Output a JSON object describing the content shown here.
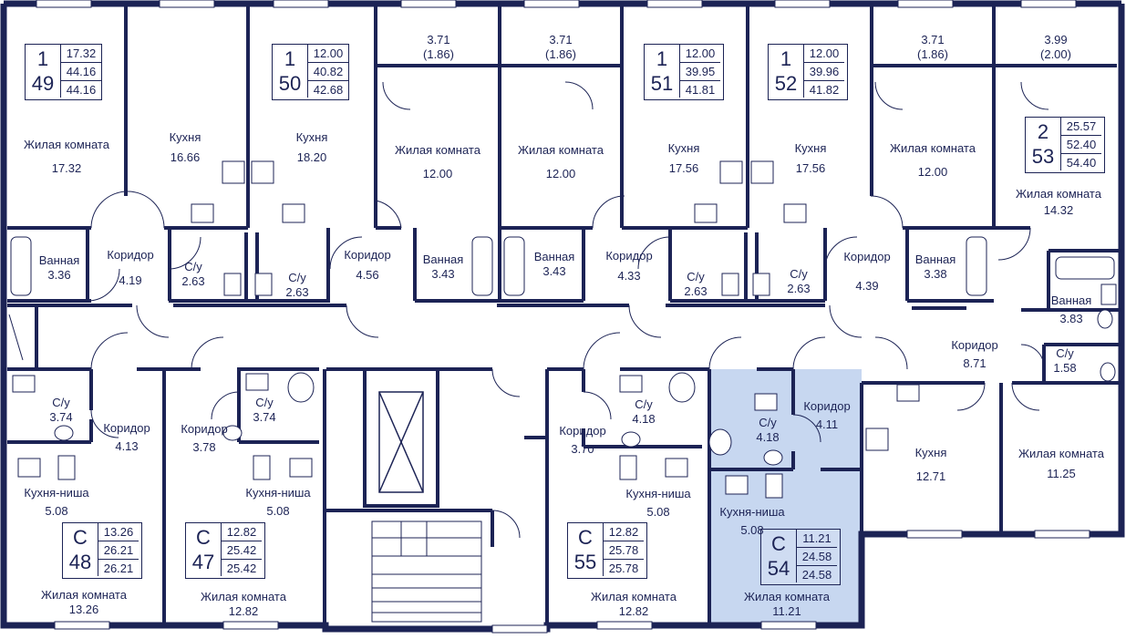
{
  "colors": {
    "wall": "#1c2355",
    "selected": "#c7d7f0",
    "background": "#ffffff"
  },
  "apartments": [
    {
      "id": "49",
      "rooms": "1",
      "areas": [
        "17.32",
        "44.16",
        "44.16"
      ]
    },
    {
      "id": "50",
      "rooms": "1",
      "areas": [
        "12.00",
        "40.82",
        "42.68"
      ]
    },
    {
      "id": "51",
      "rooms": "1",
      "areas": [
        "12.00",
        "39.95",
        "41.81"
      ]
    },
    {
      "id": "52",
      "rooms": "1",
      "areas": [
        "12.00",
        "39.96",
        "41.82"
      ]
    },
    {
      "id": "53",
      "rooms": "2",
      "areas": [
        "25.57",
        "52.40",
        "54.40"
      ]
    },
    {
      "id": "48",
      "rooms": "С",
      "areas": [
        "13.26",
        "26.21",
        "26.21"
      ]
    },
    {
      "id": "47",
      "rooms": "С",
      "areas": [
        "12.82",
        "25.42",
        "25.42"
      ]
    },
    {
      "id": "55",
      "rooms": "С",
      "areas": [
        "12.82",
        "25.78",
        "25.78"
      ]
    },
    {
      "id": "54",
      "rooms": "С",
      "areas": [
        "11.21",
        "24.58",
        "24.58"
      ],
      "selected": true
    }
  ],
  "balconies": [
    {
      "area": "3.71",
      "sub": "(1.86)"
    },
    {
      "area": "3.71",
      "sub": "(1.86)"
    },
    {
      "area": "3.71",
      "sub": "(1.86)"
    },
    {
      "area": "3.99",
      "sub": "(2.00)"
    }
  ],
  "rooms": [
    {
      "name": "Жилая комната",
      "area": "17.32"
    },
    {
      "name": "Кухня",
      "area": "16.66"
    },
    {
      "name": "Кухня",
      "area": "18.20"
    },
    {
      "name": "Жилая комната",
      "area": "12.00"
    },
    {
      "name": "Жилая комната",
      "area": "12.00"
    },
    {
      "name": "Кухня",
      "area": "17.56"
    },
    {
      "name": "Кухня",
      "area": "17.56"
    },
    {
      "name": "Жилая комната",
      "area": "12.00"
    },
    {
      "name": "Жилая комната",
      "area": "14.32"
    },
    {
      "name": "Ванная",
      "area": "3.36"
    },
    {
      "name": "Коридор",
      "area": "4.19"
    },
    {
      "name": "С/у",
      "area": "2.63"
    },
    {
      "name": "С/у",
      "area": "2.63"
    },
    {
      "name": "Коридор",
      "area": "4.56"
    },
    {
      "name": "Ванная",
      "area": "3.43"
    },
    {
      "name": "Ванная",
      "area": "3.43"
    },
    {
      "name": "Коридор",
      "area": "4.33"
    },
    {
      "name": "С/у",
      "area": "2.63"
    },
    {
      "name": "С/у",
      "area": "2.63"
    },
    {
      "name": "Коридор",
      "area": "4.39"
    },
    {
      "name": "Ванная",
      "area": "3.38"
    },
    {
      "name": "Ванная",
      "area": "3.83"
    },
    {
      "name": "Коридор",
      "area": "8.71"
    },
    {
      "name": "С/у",
      "area": "1.58"
    },
    {
      "name": "С/у",
      "area": "3.74"
    },
    {
      "name": "Коридор",
      "area": "4.13"
    },
    {
      "name": "Коридор",
      "area": "3.78"
    },
    {
      "name": "С/у",
      "area": "3.74"
    },
    {
      "name": "Коридор",
      "area": "3.70"
    },
    {
      "name": "С/у",
      "area": "4.18"
    },
    {
      "name": "С/у",
      "area": "4.18"
    },
    {
      "name": "Коридор",
      "area": "4.11"
    },
    {
      "name": "Кухня-ниша",
      "area": "5.08"
    },
    {
      "name": "Кухня-ниша",
      "area": "5.08"
    },
    {
      "name": "Кухня-ниша",
      "area": "5.08"
    },
    {
      "name": "Кухня-ниша",
      "area": "5.08"
    },
    {
      "name": "Кухня",
      "area": "12.71"
    },
    {
      "name": "Жилая комната",
      "area": "11.25"
    },
    {
      "name": "Жилая комната",
      "area": "13.26"
    },
    {
      "name": "Жилая комната",
      "area": "12.82"
    },
    {
      "name": "Жилая комната",
      "area": "12.82"
    },
    {
      "name": "Жилая комната",
      "area": "11.21"
    }
  ]
}
